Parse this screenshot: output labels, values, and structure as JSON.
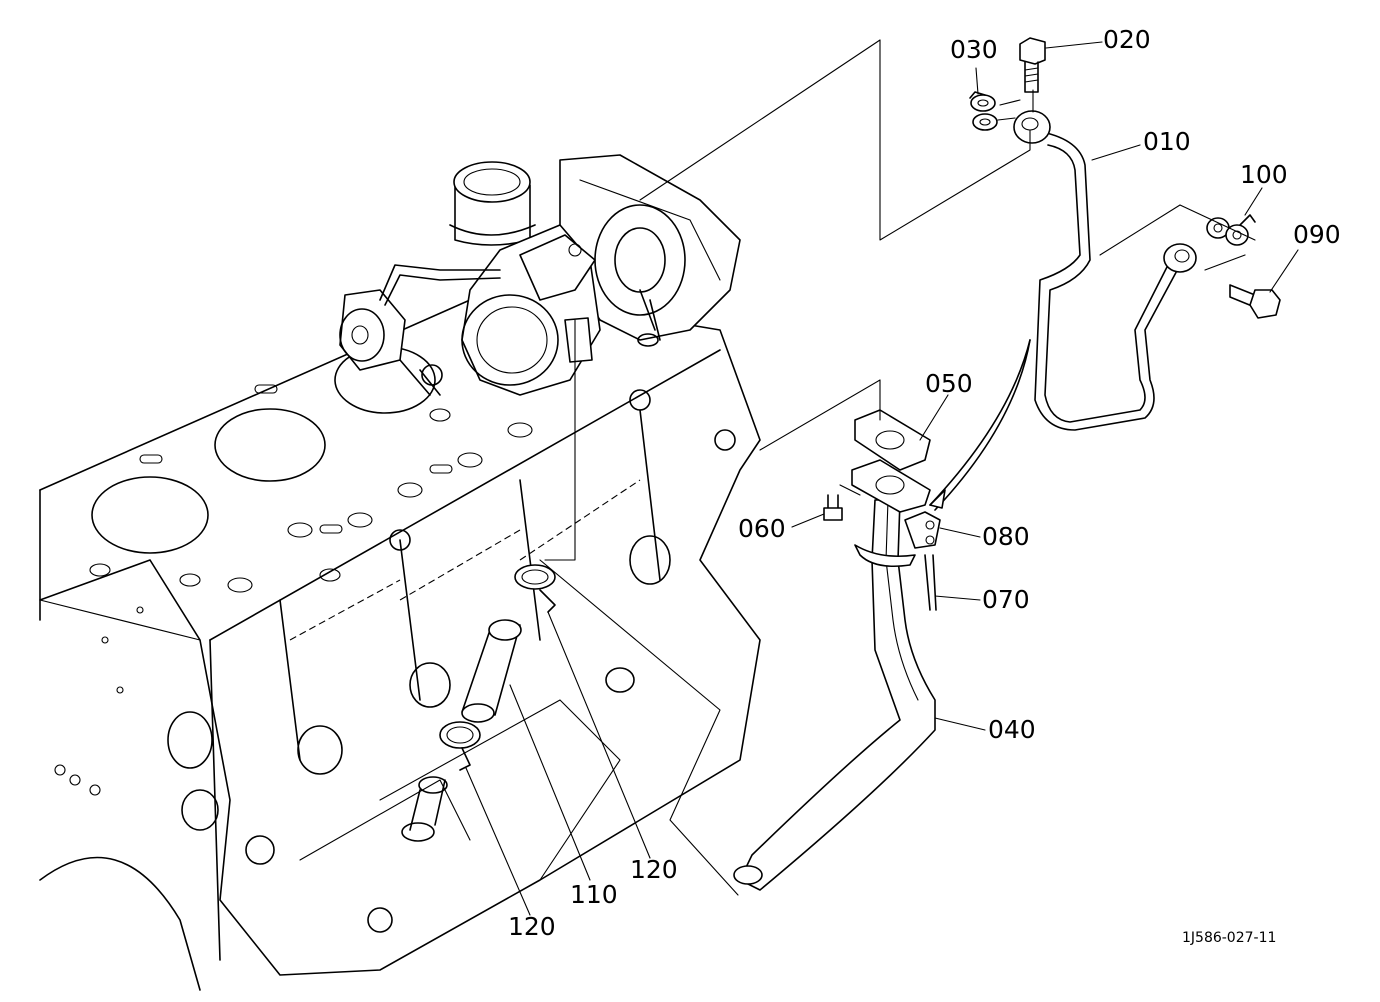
{
  "labels": {
    "p010": "010",
    "p020": "020",
    "p030": "030",
    "p040": "040",
    "p050": "050",
    "p060": "060",
    "p070": "070",
    "p080": "080",
    "p090": "090",
    "p100": "100",
    "p110": "110",
    "p120a": "120",
    "p120b": "120"
  },
  "drawing_code": "1J586-027-11",
  "colors": {
    "line": "#000000",
    "background": "#ffffff"
  }
}
